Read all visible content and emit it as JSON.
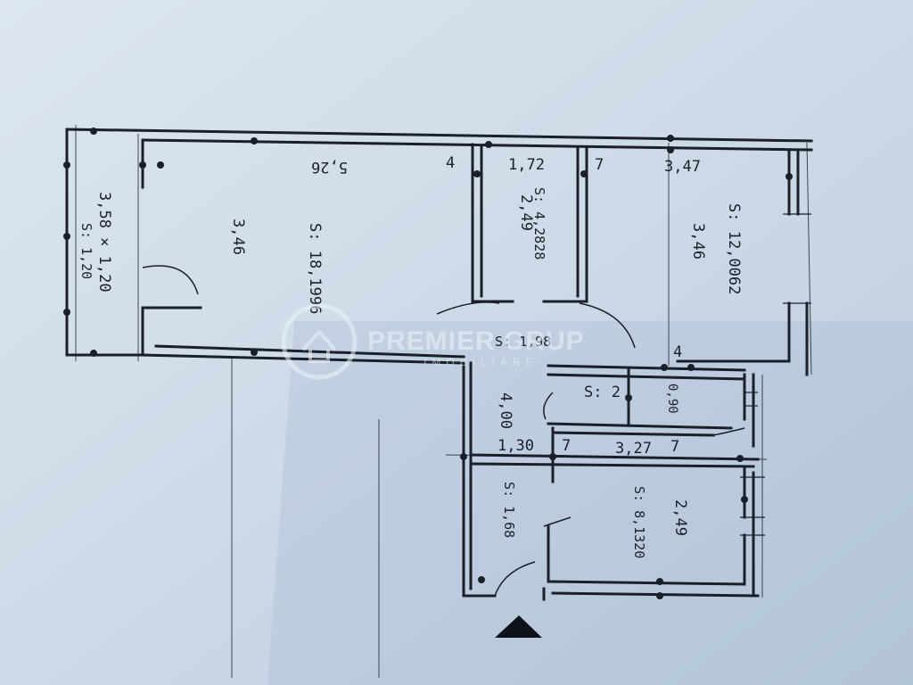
{
  "plan": {
    "dimensions": {
      "hall_room": "3,58 × 1,20",
      "hall_area": "S: 1,20",
      "living_depth": "3,46",
      "living_width": "5,26",
      "living_area": "S: 18,1996",
      "small_room_width": "1,72",
      "small_room_depth": "2,49",
      "small_room_area": "S: 4,2828",
      "bedroom_width": "3,47",
      "bedroom_depth": "3,46",
      "bedroom_area": "S: 12,0062",
      "hall_lower_area": "S: 1,98",
      "corridor_length": "4,00",
      "corridor_width": "1,30",
      "bath_area": "S: 2",
      "bath_dim": "0,90",
      "kitchen_width": "3,27",
      "kitchen_depth": "2,49",
      "kitchen_area": "S: 8,1320",
      "pantry_area": "S: 1,68"
    },
    "marks": {
      "a": "4",
      "b": "7",
      "c": "7",
      "d": "7",
      "e": "4"
    }
  },
  "watermark": {
    "brand": "PREMIER GRUP",
    "sub": "IMOBILIARE"
  },
  "colors": {
    "paper": "#c9d6e4",
    "ink": "#1b1f2a",
    "shadow": "#b8c7d8"
  }
}
